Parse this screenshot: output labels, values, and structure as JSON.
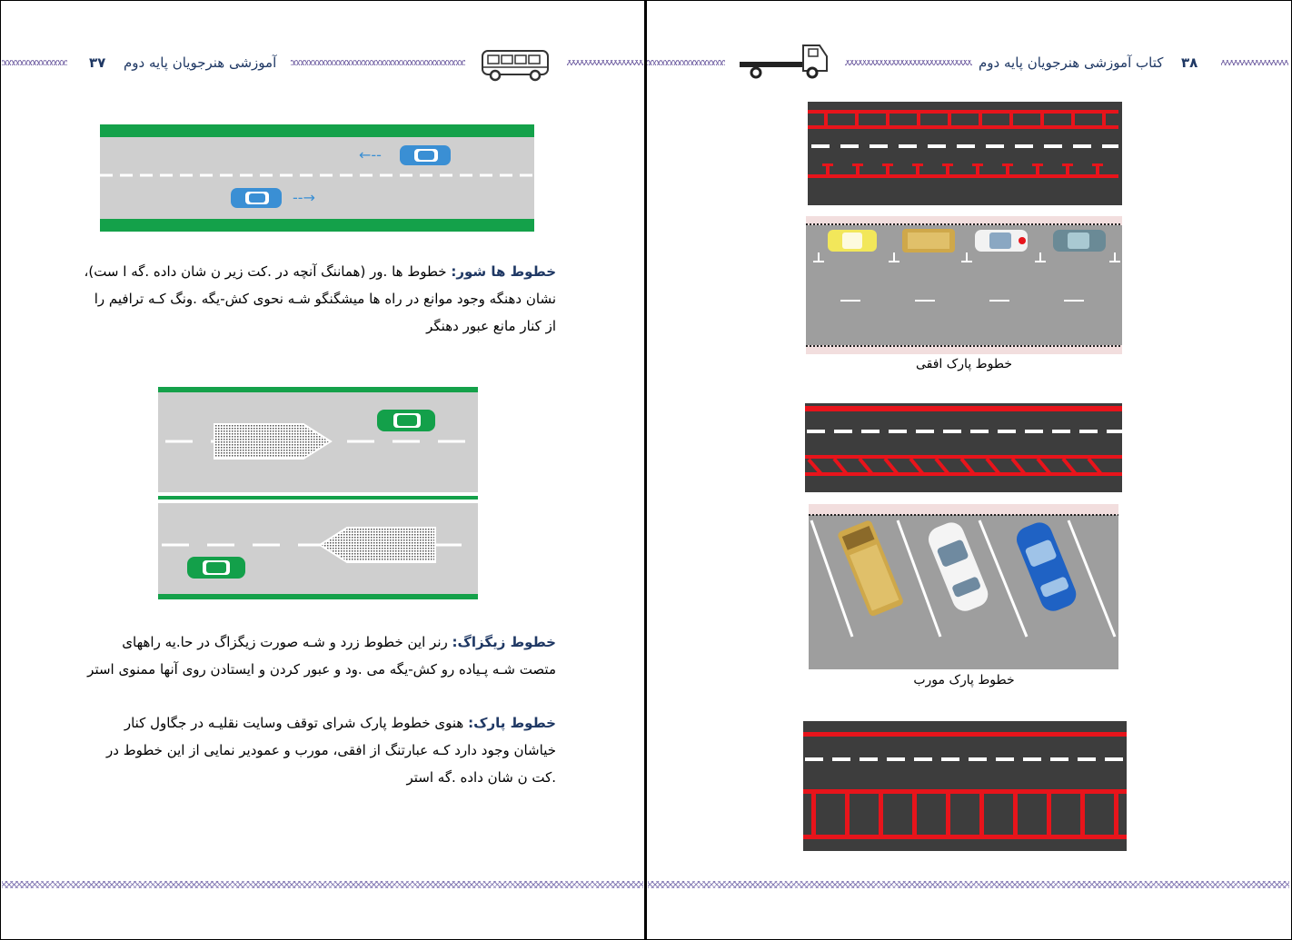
{
  "left_page": {
    "page_number": "۳۷",
    "book_title": "آموزشی هنرجویان پایه دوم",
    "sections": [
      {
        "term": "خطوط ها شور:",
        "body": "خطوط ها .ور (هماننگ آنچه در .کت زیر ن شان داده   .گه ا ست)، نشان دهنگه وجود موانع در راه ها میشگنگو شـه نحوی کش-یگه .ونگ کـه ترافیم را از کنار مانع عبور دهنگر"
      },
      {
        "term": "خطوط زیگزاگ:",
        "body": "رنر این خطوط زرد و شـه صورت زیگزاگ در حا.یه راههای متصت شـه پـیاده رو کش-یگه می .ود و عبور کردن و ایستادن روی آنها ممنوی استر"
      },
      {
        "term": "خطوط پارک:",
        "body": "هنوی خطوط پارک شرای توقف وسایت نقلیـه در جگاول کنار خیاشان وجود دارد کـه عبارتنگ از افقی، مورب و عمودیر نمایی از این خطوط در .کت ن شان داده .گه استر"
      }
    ]
  },
  "right_page": {
    "page_number": "۳۸",
    "book_title": "کتاب آموزشی هنرجویان پایه دوم",
    "captions": {
      "horizontal_parking": "خطوط پارک افقی",
      "diagonal_parking": "خطوط پارک مورب"
    }
  },
  "colors": {
    "heading_blue": "#1f3864",
    "road_dark": "#3d3d3d",
    "road_light": "#c8c8c8",
    "marking_red": "#e8141b",
    "verge_green": "#14a14a",
    "car_blue": "#3a8fd4",
    "car_green": "#13a04a"
  },
  "icons": {
    "left_header": "bus-icon",
    "right_header": "truck-icon"
  }
}
